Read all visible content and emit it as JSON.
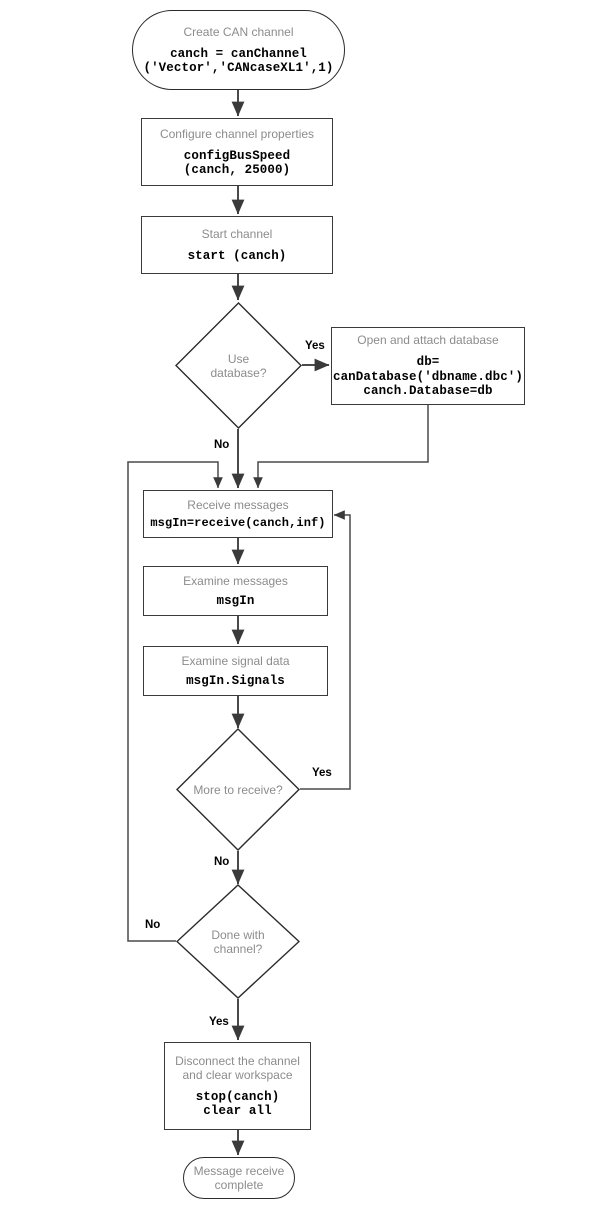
{
  "diagram": {
    "title": "CAN Channel Message Receive Workflow",
    "colors": {
      "description_text": "#8c8c8c",
      "code_text": "#000000",
      "node_border": "#3a3a3a",
      "connector": "#4a4a4a",
      "background": "#ffffff"
    }
  },
  "nodes": {
    "create_channel": {
      "shape": "terminal",
      "description": "Create CAN channel",
      "code": "canch = canChannel\n('Vector','CANcaseXL1',1)"
    },
    "configure_channel": {
      "shape": "process",
      "description": "Configure channel properties",
      "code": "configBusSpeed\n(canch, 25000)"
    },
    "start_channel": {
      "shape": "process",
      "description": "Start channel",
      "code": "start (canch)"
    },
    "use_database": {
      "shape": "decision",
      "description": "Use\ndatabase?"
    },
    "open_database": {
      "shape": "process",
      "description": "Open and attach database",
      "code": "db=\ncanDatabase('dbname.dbc')\ncanch.Database=db"
    },
    "receive_messages": {
      "shape": "process",
      "description": "Receive messages",
      "code": "msgIn=receive(canch,inf)"
    },
    "examine_messages": {
      "shape": "process",
      "description": "Examine messages",
      "code": "msgIn"
    },
    "examine_signal_data": {
      "shape": "process",
      "description": "Examine signal data",
      "code": "msgIn.Signals"
    },
    "more_to_receive": {
      "shape": "decision",
      "description": "More to receive?"
    },
    "done_with_channel": {
      "shape": "decision",
      "description": "Done with\nchannel?"
    },
    "disconnect_channel": {
      "shape": "process",
      "description": "Disconnect the channel\nand clear workspace",
      "code": "stop(canch)\nclear all"
    },
    "complete": {
      "shape": "terminal",
      "description": "Message receive\ncomplete"
    }
  },
  "edge_labels": {
    "use_database_yes": "Yes",
    "use_database_no": "No",
    "more_to_receive_yes": "Yes",
    "more_to_receive_no": "No",
    "done_with_channel_no": "No",
    "done_with_channel_yes": "Yes"
  },
  "chart_data": {
    "type": "flowchart",
    "title": "CAN Channel Message Receive Workflow",
    "orientation": "top-to-bottom",
    "nodes": [
      {
        "id": "create_channel",
        "shape": "terminal",
        "description": "Create CAN channel",
        "code": "canch = canChannel('Vector','CANcaseXL1',1)"
      },
      {
        "id": "configure_channel",
        "shape": "process",
        "description": "Configure channel properties",
        "code": "configBusSpeed(canch, 25000)"
      },
      {
        "id": "start_channel",
        "shape": "process",
        "description": "Start channel",
        "code": "start (canch)"
      },
      {
        "id": "use_database",
        "shape": "decision",
        "description": "Use database?"
      },
      {
        "id": "open_database",
        "shape": "process",
        "description": "Open and attach database",
        "code": "db=canDatabase('dbname.dbc') canch.Database=db"
      },
      {
        "id": "receive_messages",
        "shape": "process",
        "description": "Receive messages",
        "code": "msgIn=receive(canch,inf)"
      },
      {
        "id": "examine_messages",
        "shape": "process",
        "description": "Examine messages",
        "code": "msgIn"
      },
      {
        "id": "examine_signal_data",
        "shape": "process",
        "description": "Examine signal data",
        "code": "msgIn.Signals"
      },
      {
        "id": "more_to_receive",
        "shape": "decision",
        "description": "More to receive?"
      },
      {
        "id": "done_with_channel",
        "shape": "decision",
        "description": "Done with channel?"
      },
      {
        "id": "disconnect_channel",
        "shape": "process",
        "description": "Disconnect the channel and clear workspace",
        "code": "stop(canch) clear all"
      },
      {
        "id": "complete",
        "shape": "terminal",
        "description": "Message receive complete"
      }
    ],
    "edges": [
      {
        "from": "create_channel",
        "to": "configure_channel",
        "label": ""
      },
      {
        "from": "configure_channel",
        "to": "start_channel",
        "label": ""
      },
      {
        "from": "start_channel",
        "to": "use_database",
        "label": ""
      },
      {
        "from": "use_database",
        "to": "open_database",
        "label": "Yes"
      },
      {
        "from": "use_database",
        "to": "receive_messages",
        "label": "No"
      },
      {
        "from": "open_database",
        "to": "receive_messages",
        "label": ""
      },
      {
        "from": "receive_messages",
        "to": "examine_messages",
        "label": ""
      },
      {
        "from": "examine_messages",
        "to": "examine_signal_data",
        "label": ""
      },
      {
        "from": "examine_signal_data",
        "to": "more_to_receive",
        "label": ""
      },
      {
        "from": "more_to_receive",
        "to": "receive_messages",
        "label": "Yes"
      },
      {
        "from": "more_to_receive",
        "to": "done_with_channel",
        "label": "No"
      },
      {
        "from": "done_with_channel",
        "to": "receive_messages",
        "label": "No"
      },
      {
        "from": "done_with_channel",
        "to": "disconnect_channel",
        "label": "Yes"
      },
      {
        "from": "disconnect_channel",
        "to": "complete",
        "label": ""
      }
    ]
  }
}
